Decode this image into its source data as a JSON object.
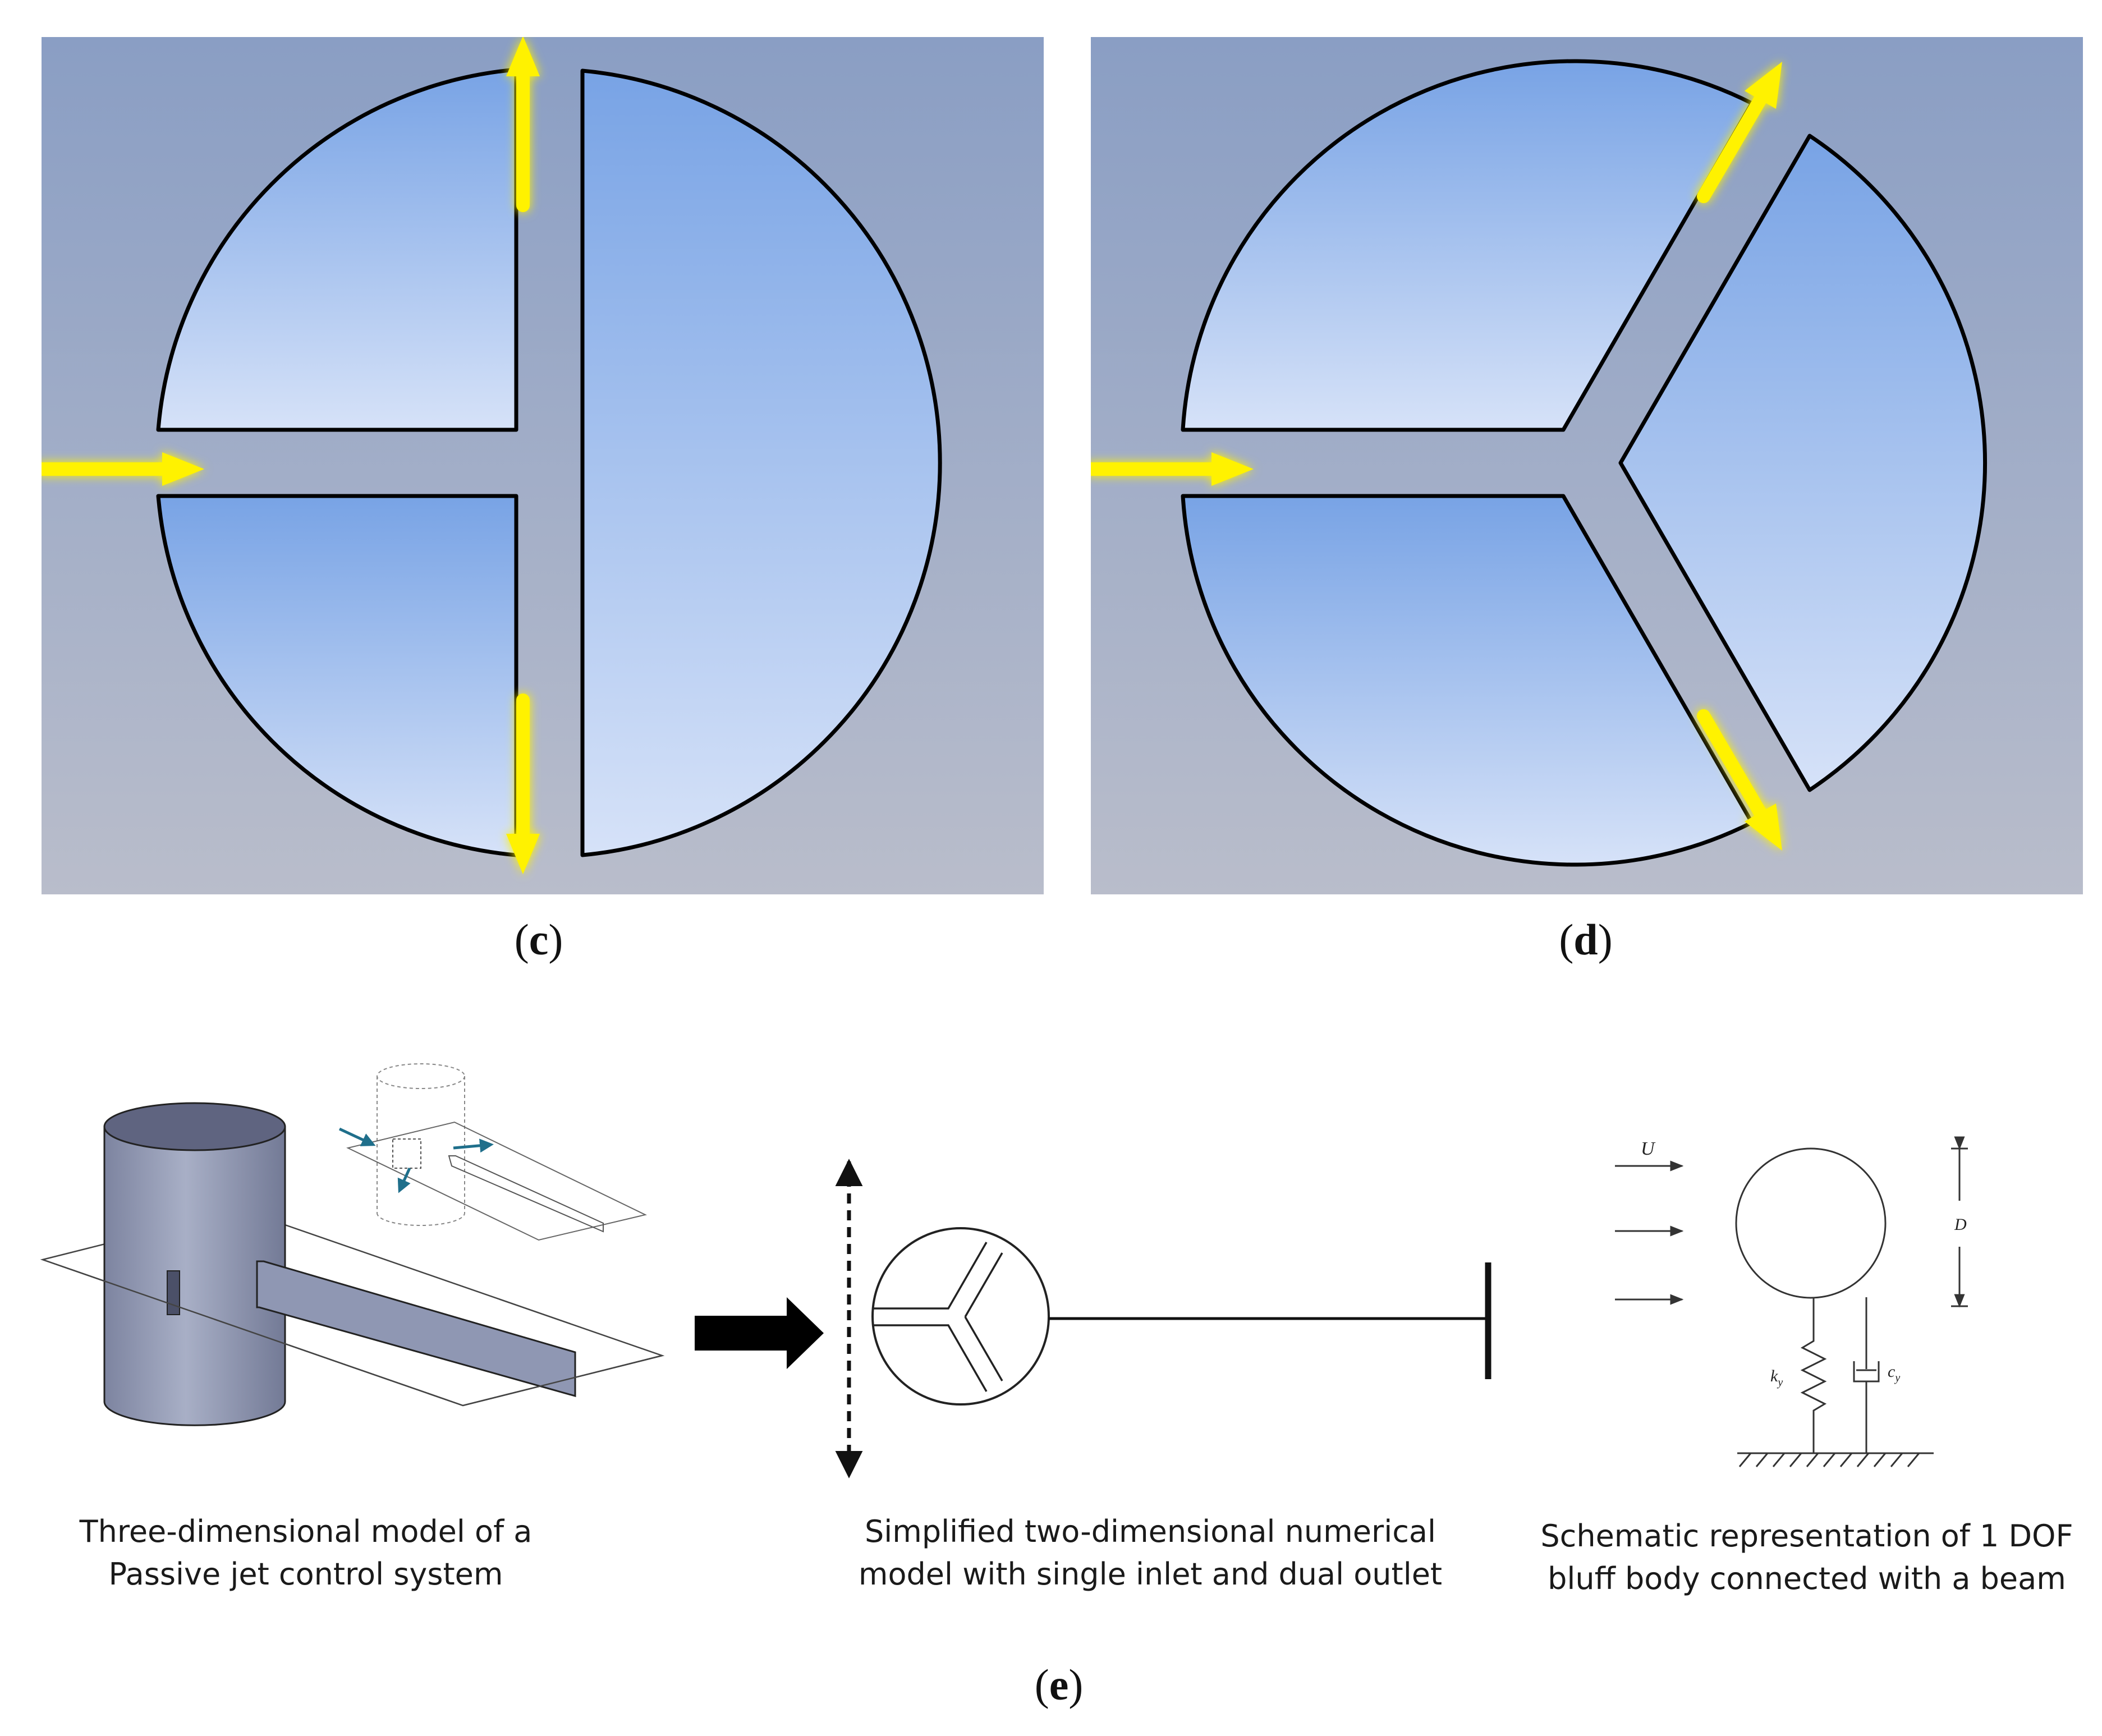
{
  "panels": {
    "c": {
      "label": "c"
    },
    "d": {
      "label": "d"
    },
    "e": {
      "label": "e"
    }
  },
  "descriptions": {
    "three_d_model": [
      "Three-dimensional model of a",
      "Passive jet control system"
    ],
    "two_d_model": [
      "Simplified two-dimensional numerical",
      "model with single inlet and dual outlet"
    ],
    "schematic": [
      "Schematic representation of 1 DOF",
      "bluff body connected with a beam"
    ]
  },
  "schematic_labels": {
    "velocity": "U",
    "diameter": "D",
    "stiffness": "k",
    "stiffness_sub": "y",
    "damping": "c",
    "damping_sub": "y"
  },
  "colors": {
    "background_top": "#8A9EC4",
    "background_bottom": "#B9BDCB",
    "body_fill_top": "#78A3E5",
    "body_fill_bottom": "#D6E2F8",
    "arrow": "#FFF200",
    "cylinder": "#8A93AE",
    "jet_arrow": "#1F6F8B"
  }
}
